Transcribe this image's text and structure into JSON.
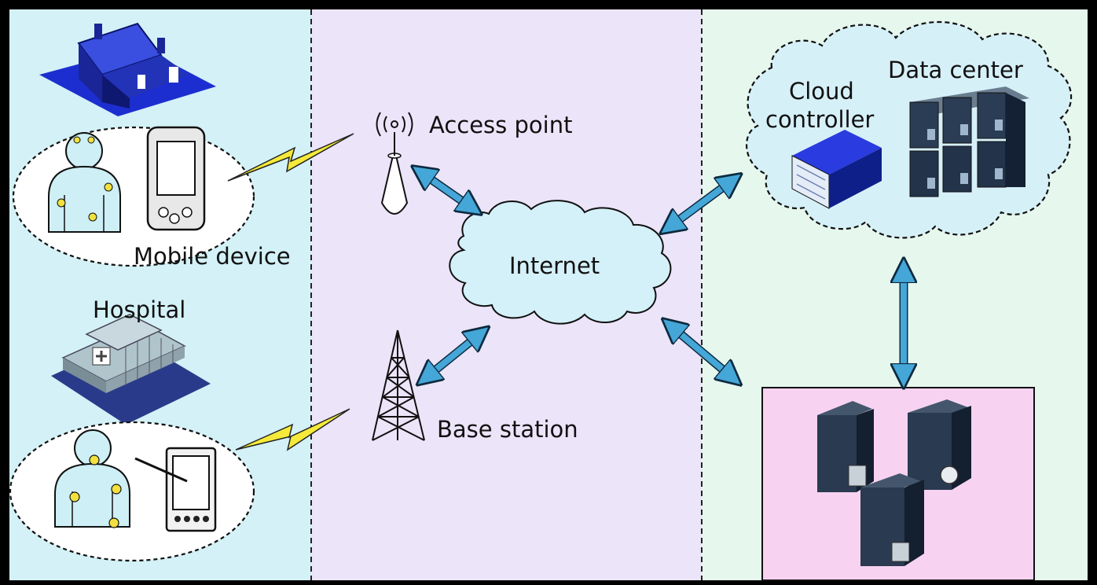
{
  "labels": {
    "mobile_device": "Mobile device",
    "hospital": "Hospital",
    "access_point": "Access point",
    "base_station": "Base station",
    "internet": "Internet",
    "cloud_controller_line1": "Cloud",
    "cloud_controller_line2": "controller",
    "data_center": "Data center"
  },
  "colors": {
    "panel_left": "#d3f1f6",
    "panel_middle": "#ece4f9",
    "panel_right": "#e6f7ee",
    "internet_cloud": "#d4f0f8",
    "arrow": "#45a6d8",
    "lightning": "#f5ea3a",
    "server_box_fill": "#f7d3f1",
    "house_blue": "#3040d8",
    "server_navy": "#1b2a4a"
  },
  "icons": [
    "house-icon",
    "hospital-building-icon",
    "patient-sensor-icon",
    "mobile-device-icon",
    "access-point-icon",
    "base-station-tower-icon",
    "lightning-link-icon",
    "internet-cloud-icon",
    "cloud-controller-icon",
    "data-center-servers-icon",
    "server-icon"
  ]
}
